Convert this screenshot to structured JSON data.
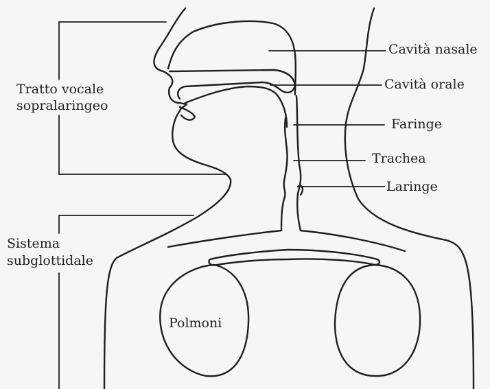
{
  "labels": {
    "nasal_cavity": "Cavità nasale",
    "oral_cavity": "Cavità orale",
    "pharynx": "Faringe",
    "trachea": "Trachea",
    "larynx": "Laringe",
    "lungs": "Polmoni",
    "supralaryngeal_line1": "Tratto vocale",
    "supralaryngeal_line2": "sopralaringeo",
    "subglottal_line1": "Sistema",
    "subglottal_line2": "subglottidale"
  },
  "style": {
    "ink_color": "#1e1e1e",
    "paper_color": "#f7f6f3"
  }
}
